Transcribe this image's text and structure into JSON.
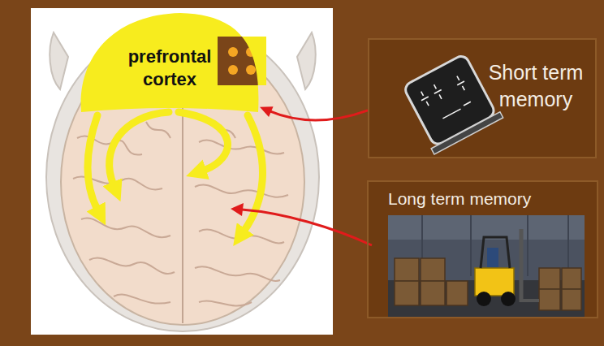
{
  "diagram": {
    "nodes": [
      {
        "text": [
          "prefrontal cortex"
        ]
      },
      {
        "text": [
          "Short term memory"
        ]
      },
      {
        "text": [
          "Long term memory"
        ]
      }
    ],
    "edges": [
      {
        "from": 1,
        "to": 0,
        "arrow": "to"
      }
    ]
  }
}
